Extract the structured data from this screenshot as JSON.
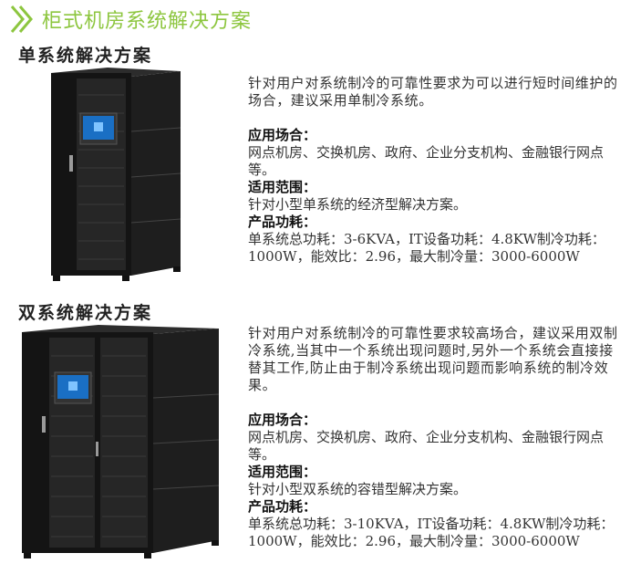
{
  "header": {
    "title": "柜式机房系统解决方案",
    "accent_color": "#8dc63f",
    "icon": "double-chevron-right-icon"
  },
  "sections": [
    {
      "title": "单系统解决方案",
      "image": "single-cabinet-image",
      "intro": "针对用户对系统制冷的可靠性要求为可以进行短时间维护的场合，建议采用单制冷系统。",
      "scenario_label": "应用场合：",
      "scenario_text": "网点机房、交换机房、政府、企业分支机构、金融银行网点等。",
      "scope_label": "适用范围：",
      "scope_text": "针对小型单系统的经济型解决方案。",
      "power_label": "产品功耗：",
      "power_text": "单系统总功耗：3-6KVA，IT设备功耗：4.8KW制冷功耗：1000W，能效比：2.96，最大制冷量：3000-6000W"
    },
    {
      "title": "双系统解决方案",
      "image": "dual-cabinet-image",
      "intro": "针对用户对系统制冷的可靠性要求较高场合，建议采用双制冷系统,当其中一个系统出现问题时,另外一个系统会直接接替其工作,防止由于制冷系统出现问题而影响系统的制冷效果。",
      "scenario_label": "应用场合：",
      "scenario_text": "网点机房、交换机房、政府、企业分支机构、金融银行网点等。",
      "scope_label": "适用范围：",
      "scope_text": "针对小型双系统的容错型解决方案。",
      "power_label": "产品功耗：",
      "power_text": "单系统总功耗：3-10KVA，IT设备功耗：4.8KW制冷功耗：1000W，能效比：2.96，最大制冷量：3000-6000W"
    }
  ]
}
